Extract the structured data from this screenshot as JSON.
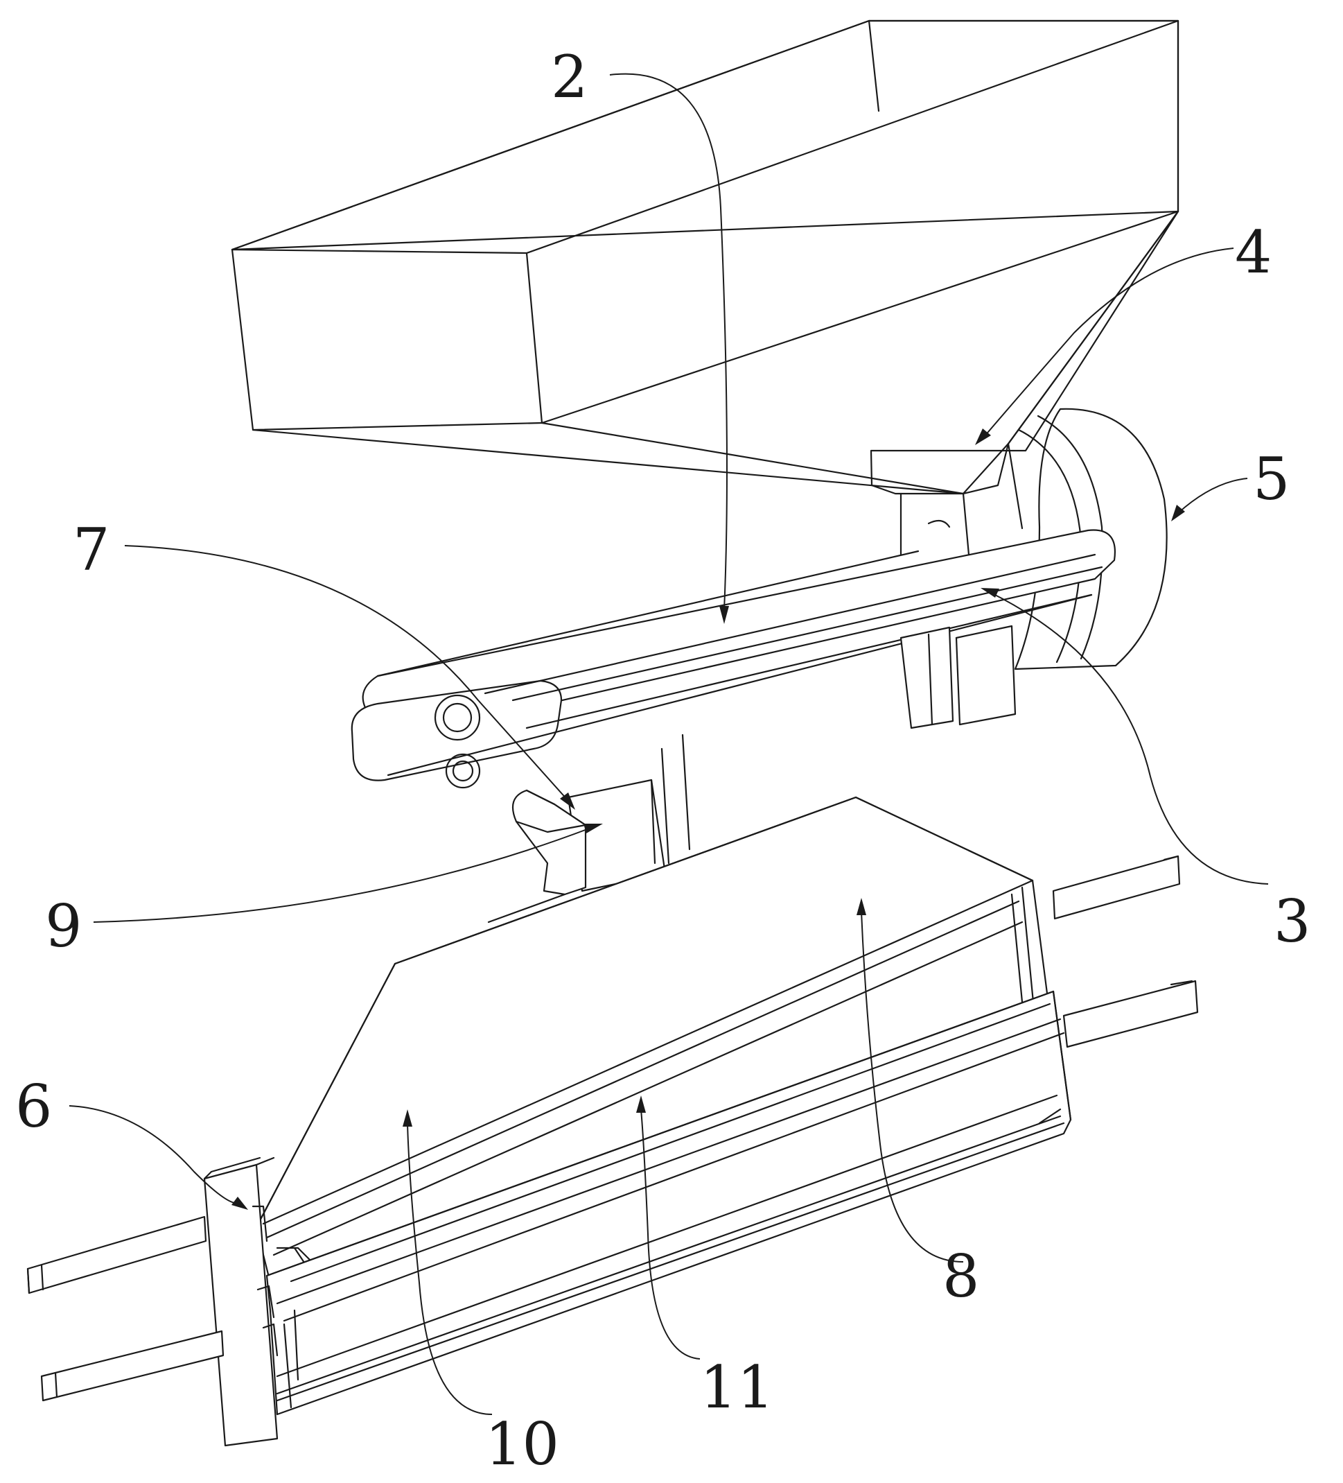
{
  "figure": {
    "labels": [
      {
        "id": "2",
        "text": "2"
      },
      {
        "id": "3",
        "text": "3"
      },
      {
        "id": "4",
        "text": "4"
      },
      {
        "id": "5",
        "text": "5"
      },
      {
        "id": "6",
        "text": "6"
      },
      {
        "id": "7",
        "text": "7"
      },
      {
        "id": "8",
        "text": "8"
      },
      {
        "id": "9",
        "text": "9"
      },
      {
        "id": "10",
        "text": "10"
      },
      {
        "id": "11",
        "text": "11"
      }
    ]
  }
}
